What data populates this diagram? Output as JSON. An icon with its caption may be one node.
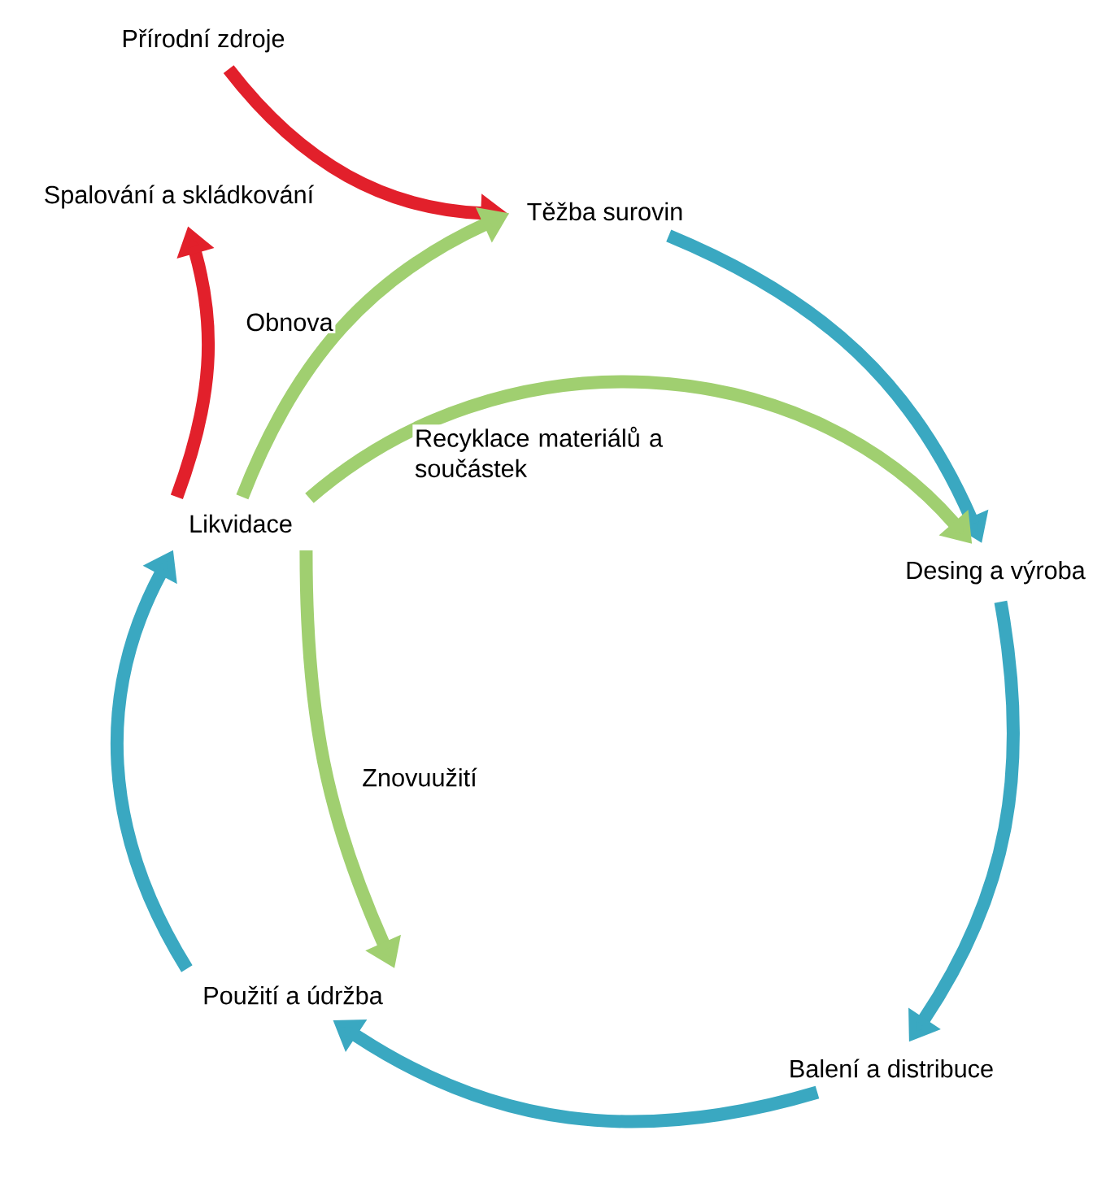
{
  "diagram": {
    "nodes": [
      {
        "text": [
          "Přírodní zdroje"
        ]
      },
      {
        "text": [
          "Spalování a skládkování"
        ]
      },
      {
        "text": [
          "Těžba surovin"
        ]
      },
      {
        "text": [
          "Desing a výroba"
        ]
      },
      {
        "text": [
          "Balení a distribuce"
        ]
      },
      {
        "text": [
          "Použití a údržba"
        ]
      },
      {
        "text": [
          "Likvidace"
        ]
      }
    ],
    "edges": [
      {
        "from": 0,
        "to": 2,
        "arrow": "to",
        "color": "#e2202b"
      },
      {
        "from": 2,
        "to": 3,
        "arrow": "to"
      },
      {
        "from": 3,
        "to": 4,
        "arrow": "to"
      },
      {
        "from": 4,
        "to": 5,
        "arrow": "to"
      },
      {
        "from": 5,
        "to": 6,
        "arrow": "to"
      },
      {
        "from": 6,
        "to": 1,
        "arrow": "to",
        "color": "#e2202b"
      },
      {
        "from": 6,
        "to": 2,
        "arrow": "to",
        "label": "Obnova",
        "color": "#a0cf70"
      },
      {
        "from": 6,
        "to": 3,
        "arrow": "to",
        "label": "Recyklace materiálů a součástek",
        "color": "#a0cf70"
      },
      {
        "from": 6,
        "to": 5,
        "arrow": "to",
        "label": "Znovuužití",
        "color": "#a0cf70"
      }
    ]
  }
}
